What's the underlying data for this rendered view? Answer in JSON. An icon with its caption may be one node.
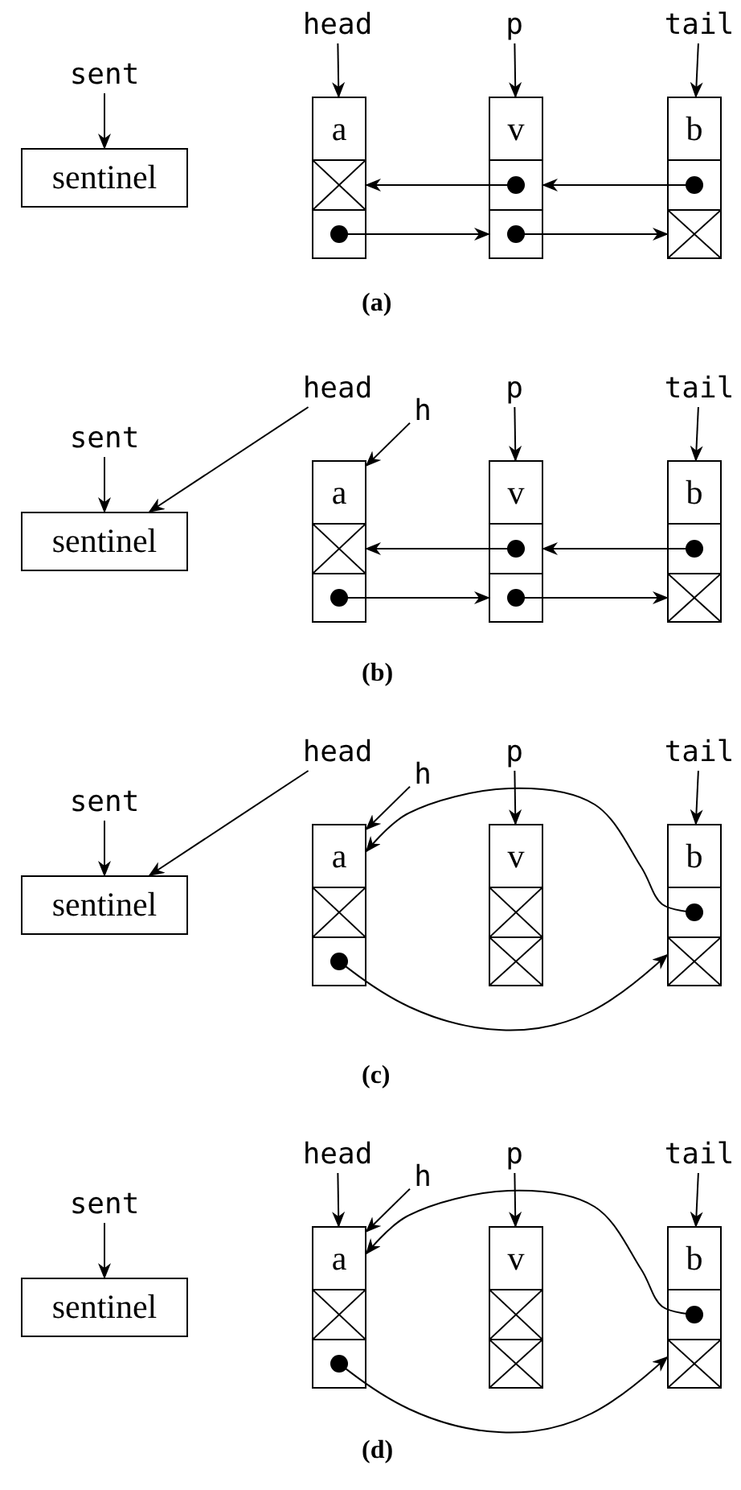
{
  "diagram": {
    "nodes": [
      {
        "text": [
          "head"
        ]
      },
      {
        "text": [
          "p"
        ]
      },
      {
        "text": [
          "tail"
        ]
      },
      {
        "text": [
          "sent"
        ]
      },
      {
        "text": [
          "sentinel"
        ]
      },
      {
        "text": [
          "a"
        ]
      },
      {
        "text": [],
        "shape": "cross"
      },
      {
        "text": [],
        "shape": "dot"
      },
      {
        "text": [
          "v"
        ]
      },
      {
        "text": [],
        "shape": "dot"
      },
      {
        "text": [],
        "shape": "dot"
      },
      {
        "text": [
          "b"
        ]
      },
      {
        "text": [],
        "shape": "dot"
      },
      {
        "text": [],
        "shape": "cross"
      },
      {
        "text": [
          "head"
        ]
      },
      {
        "text": [
          "h"
        ]
      },
      {
        "text": [
          "p"
        ]
      },
      {
        "text": [
          "tail"
        ]
      },
      {
        "text": [
          "sent"
        ]
      },
      {
        "text": [
          "sentinel"
        ]
      },
      {
        "text": [
          "a"
        ]
      },
      {
        "text": [],
        "shape": "cross"
      },
      {
        "text": [],
        "shape": "dot"
      },
      {
        "text": [
          "v"
        ]
      },
      {
        "text": [],
        "shape": "dot"
      },
      {
        "text": [],
        "shape": "dot"
      },
      {
        "text": [
          "b"
        ]
      },
      {
        "text": [],
        "shape": "dot"
      },
      {
        "text": [],
        "shape": "cross"
      },
      {
        "text": [
          "head"
        ]
      },
      {
        "text": [
          "h"
        ]
      },
      {
        "text": [
          "p"
        ]
      },
      {
        "text": [
          "tail"
        ]
      },
      {
        "text": [
          "sent"
        ]
      },
      {
        "text": [
          "sentinel"
        ]
      },
      {
        "text": [
          "a"
        ]
      },
      {
        "text": [],
        "shape": "cross"
      },
      {
        "text": [],
        "shape": "dot"
      },
      {
        "text": [
          "v"
        ]
      },
      {
        "text": [],
        "shape": "cross"
      },
      {
        "text": [],
        "shape": "cross"
      },
      {
        "text": [
          "b"
        ]
      },
      {
        "text": [],
        "shape": "dot"
      },
      {
        "text": [],
        "shape": "cross"
      },
      {
        "text": [
          "head"
        ]
      },
      {
        "text": [
          "h"
        ]
      },
      {
        "text": [
          "p"
        ]
      },
      {
        "text": [
          "tail"
        ]
      },
      {
        "text": [
          "sent"
        ]
      },
      {
        "text": [
          "sentinel"
        ]
      },
      {
        "text": [
          "a"
        ]
      },
      {
        "text": [],
        "shape": "cross"
      },
      {
        "text": [],
        "shape": "dot"
      },
      {
        "text": [
          "v"
        ]
      },
      {
        "text": [],
        "shape": "cross"
      },
      {
        "text": [],
        "shape": "cross"
      },
      {
        "text": [
          "b"
        ]
      },
      {
        "text": [],
        "shape": "dot"
      },
      {
        "text": [],
        "shape": "cross"
      }
    ],
    "edges": [
      {
        "from": 0,
        "to": 5,
        "arrow": "to"
      },
      {
        "from": 1,
        "to": 8,
        "arrow": "to"
      },
      {
        "from": 2,
        "to": 11,
        "arrow": "to"
      },
      {
        "from": 3,
        "to": 4,
        "arrow": "to"
      },
      {
        "from": 9,
        "to": 6,
        "arrow": "to"
      },
      {
        "from": 12,
        "to": 9,
        "arrow": "to"
      },
      {
        "from": 7,
        "to": 10,
        "arrow": "to"
      },
      {
        "from": 10,
        "to": 13,
        "arrow": "to"
      },
      {
        "from": 14,
        "to": 19,
        "arrow": "to"
      },
      {
        "from": 15,
        "to": 20,
        "arrow": "to"
      },
      {
        "from": 16,
        "to": 23,
        "arrow": "to"
      },
      {
        "from": 17,
        "to": 26,
        "arrow": "to"
      },
      {
        "from": 18,
        "to": 19,
        "arrow": "to"
      },
      {
        "from": 24,
        "to": 21,
        "arrow": "to"
      },
      {
        "from": 27,
        "to": 24,
        "arrow": "to"
      },
      {
        "from": 22,
        "to": 25,
        "arrow": "to"
      },
      {
        "from": 25,
        "to": 28,
        "arrow": "to"
      },
      {
        "from": 29,
        "to": 34,
        "arrow": "to"
      },
      {
        "from": 30,
        "to": 35,
        "arrow": "to"
      },
      {
        "from": 31,
        "to": 38,
        "arrow": "to"
      },
      {
        "from": 32,
        "to": 41,
        "arrow": "to"
      },
      {
        "from": 33,
        "to": 34,
        "arrow": "to"
      },
      {
        "from": 42,
        "to": 35,
        "arrow": "to"
      },
      {
        "from": 37,
        "to": 43,
        "arrow": "to"
      },
      {
        "from": 44,
        "to": 50,
        "arrow": "to"
      },
      {
        "from": 45,
        "to": 50,
        "arrow": "to"
      },
      {
        "from": 46,
        "to": 53,
        "arrow": "to"
      },
      {
        "from": 47,
        "to": 56,
        "arrow": "to"
      },
      {
        "from": 48,
        "to": 49,
        "arrow": "to"
      },
      {
        "from": 57,
        "to": 50,
        "arrow": "to"
      },
      {
        "from": 52,
        "to": 58,
        "arrow": "to"
      }
    ],
    "labels": [
      "(a)",
      "(b)",
      "(c)",
      "(d)"
    ]
  }
}
